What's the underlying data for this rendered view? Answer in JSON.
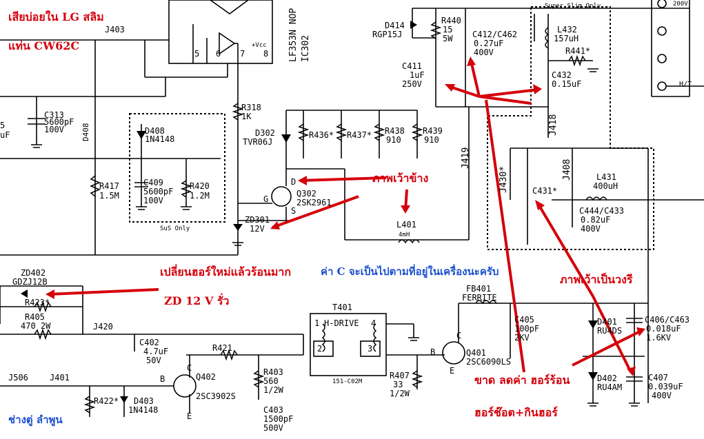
{
  "notes": {
    "top_left_1": "เสียบ่อยใน LG สลิม",
    "top_left_2": "แท่น CW62C",
    "side_view": "ภาพเว้าข้าง",
    "replace_hot": "เปลี่ยนฮอร์ใหม่แล้วร้อนมาก",
    "zd_leak": "ZD 12 V รั่ว",
    "c_value_note": "ค่า C จะเป็นไปตามที่อยู่ในเครื่องนะครับ",
    "round_view": "ภาพเว้าเป็นวงรี",
    "broken": "ขาด ลดค่า ฮอร์ร้อน",
    "hor_short": "ฮอร์ช๊อต+กินฮอร์",
    "credit": "ช่างตู่ ลำพูน"
  },
  "labels": {
    "super_slim": "Super Slim Only",
    "sus_only": "SuS Only",
    "ic302_a": "LF353N NOP",
    "ic302_b": "IC302",
    "vcc": "+Vcc",
    "pin5": "5",
    "pin6": "6",
    "pin7": "7",
    "pin8": "8",
    "j403": "J403",
    "c313": "C313",
    "c313_v1": "5600pF",
    "c313_v2": "100V",
    "d408_v": "D408",
    "d408": "D408",
    "d408_p": "1N4148",
    "c409": "C409",
    "c409_v1": "5600pF",
    "c409_v2": "100V",
    "r420": "R420",
    "r420_v": "1.2M",
    "r417": "R417",
    "r417_v": "1.5M",
    "r318": "R318",
    "r318_v": "1K",
    "d302": "D302",
    "d302_p": "TVR06J",
    "r436": "R436*",
    "r437": "R437*",
    "r438": "R438",
    "r438_v": "910",
    "r439": "R439",
    "r439_v": "910",
    "q302": "Q302",
    "q302_p": "2SK2961",
    "pin_d": "D",
    "pin_g": "G",
    "pin_s": "S",
    "zd301": "ZD301",
    "zd301_v": "12V",
    "l401": "L401",
    "l401_v": "4mH",
    "d414": "D414",
    "d414_p": "RGP15J",
    "r440": "R440",
    "r440_v1": "15",
    "r440_v2": "5W",
    "c412": "C412/C462",
    "c412_v1": "0.27uF",
    "c412_v2": "400V",
    "c411": "C411",
    "c411_v1": "1uF",
    "c411_v2": "250V",
    "l432": "L432",
    "l432_v": "157uH",
    "r441": "R441*",
    "c432": "C432",
    "c432_v": "0.15uF",
    "j418": "J418",
    "j419": "J419",
    "j408": "J408",
    "j430": "J430*",
    "c431": "C431*",
    "l431": "L431",
    "l431_v": "400uH",
    "c444": "C444/C433",
    "c444_v1": "0.82uF",
    "c444_v2": "400V",
    "zd402": "ZD402",
    "zd402_p": "GDZJ12B",
    "r423": "R423*",
    "r405": "R405",
    "r405_v": "470 2W",
    "j420": "J420",
    "c402": "C402",
    "c402_v1": "4.7uF",
    "c402_v2": "50V",
    "r421": "R421",
    "t401": "T401",
    "t401_name": "H-DRIVE",
    "t401_part": "151-C02M",
    "t_pin1": "1",
    "t_pin2": "2",
    "t_pin3": "3",
    "t_pin4": "4",
    "fb401": "FB401",
    "fb401_v": "FERRITE",
    "c405": "C405",
    "c405_v1": "100pF",
    "c405_v2": "2KV",
    "d401": "D401",
    "d401_p": "RU4DS",
    "c406": "C406/C463",
    "c406_v1": "0.018uF",
    "c406_v2": "1.6KV",
    "d402": "D402",
    "d402_p": "RU4AM",
    "c407": "C407",
    "c407_v1": "0.039uF",
    "c407_v2": "400V",
    "q401": "Q401",
    "q401_p": "2SC6090LS",
    "pin_b1": "B",
    "pin_c1": "C",
    "pin_e1": "E",
    "r407": "R407",
    "r407_v1": "33",
    "r407_v2": "1/2W",
    "r403": "R403",
    "r403_v1": "560",
    "r403_v2": "1/2W",
    "c403": "C403",
    "c403_v1": "1500pF",
    "c403_v2": "500V",
    "q402": "Q402",
    "q402_p": "2SC3902S",
    "pin_b2": "B",
    "pin_c2": "C",
    "pin_e2": "E",
    "j506": "J506",
    "j401": "J401",
    "r422": "R422*",
    "d403": "D403",
    "d403_p": "1N4148",
    "ht": "H/T",
    "v200": "200V",
    "left_5": "5",
    "left_uf": "uF"
  },
  "colors": {
    "annotation_red": "#d4000a",
    "annotation_blue": "#1a4fd0",
    "wire": "#000000"
  }
}
